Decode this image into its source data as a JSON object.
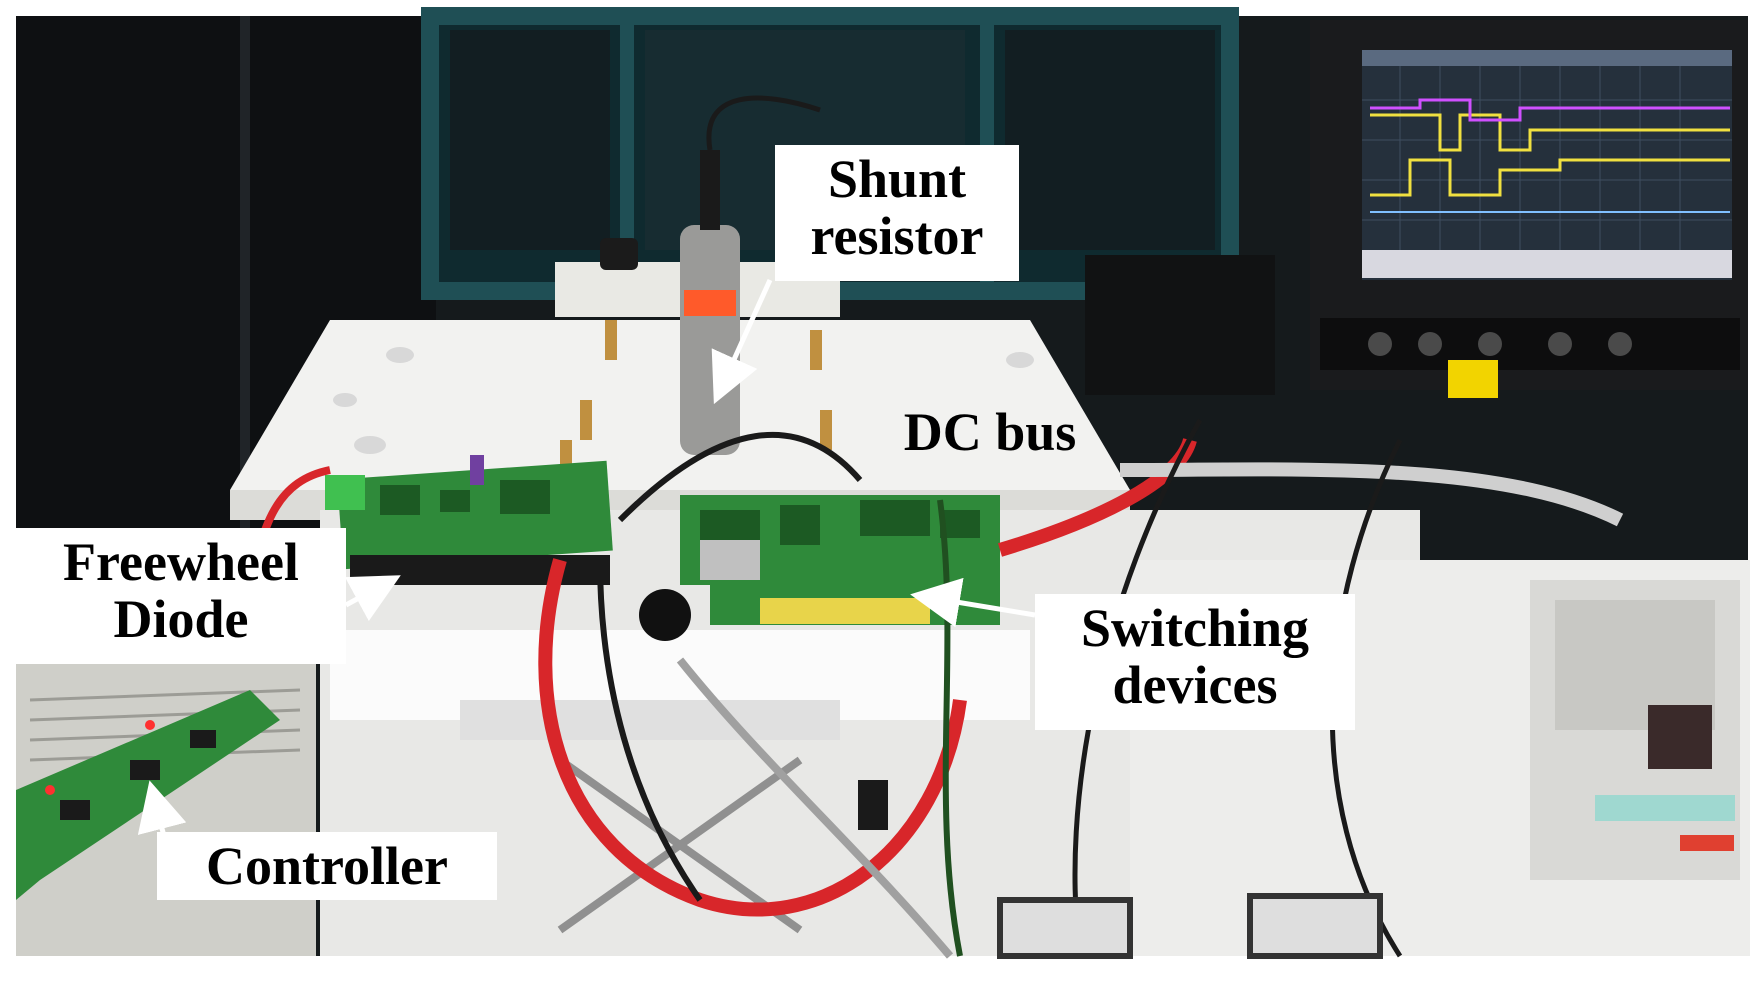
{
  "labels": {
    "shunt_resistor": [
      "Shunt",
      "resistor"
    ],
    "dc_bus": "DC bus",
    "freewheel_diode": [
      "Freewheel",
      "Diode"
    ],
    "switching_devices": [
      "Switching",
      "devices"
    ],
    "controller": "Controller"
  },
  "colors": {
    "background_dark": "#151a1c",
    "window_teal": "#1f4f55",
    "white_table": "#f2f2f0",
    "pcb_green": "#2f8a3a",
    "cable_red": "#d8262a",
    "cable_black": "#1a1a1a",
    "probe_steel": "#9a9a98",
    "tape_orange": "#ff5a2a",
    "scope_magenta": "#d050ff",
    "scope_yellow": "#f0e040",
    "arrow_white": "#ffffff"
  }
}
